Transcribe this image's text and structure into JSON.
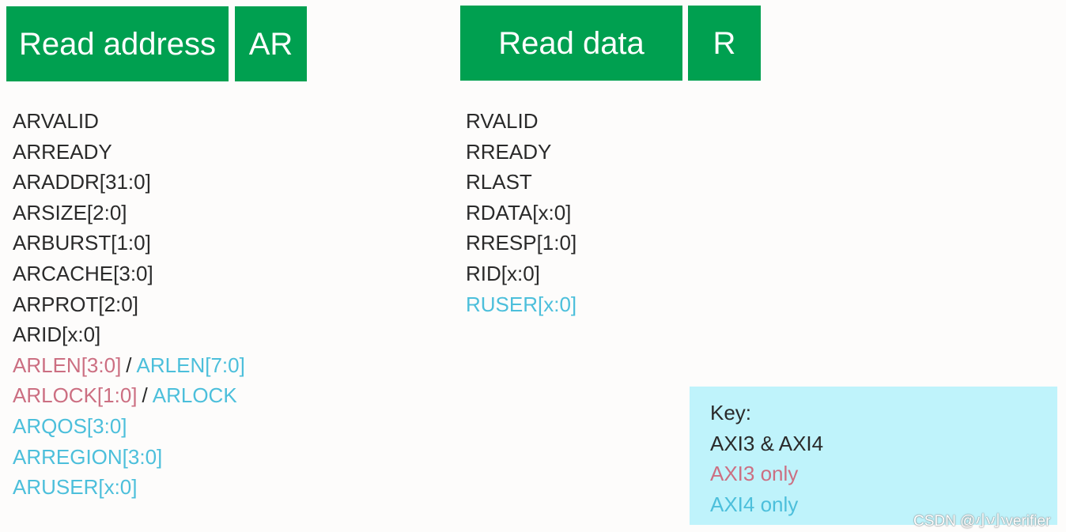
{
  "channels": {
    "read_address": {
      "title": "Read address",
      "short": "AR"
    },
    "read_data": {
      "title": "Read data",
      "short": "R"
    }
  },
  "ar_signals": [
    {
      "text": "ARVALID",
      "kind": "both"
    },
    {
      "text": "ARREADY",
      "kind": "both"
    },
    {
      "text": "ARADDR[31:0]",
      "kind": "both"
    },
    {
      "text": "ARSIZE[2:0]",
      "kind": "both"
    },
    {
      "text": "ARBURST[1:0]",
      "kind": "both"
    },
    {
      "text": "ARCACHE[3:0]",
      "kind": "both"
    },
    {
      "text": "ARPROT[2:0]",
      "kind": "both"
    },
    {
      "text": "ARID[x:0]",
      "kind": "both"
    },
    {
      "axi3": "ARLEN[3:0]",
      "sep": "/",
      "axi4": "ARLEN[7:0]",
      "kind": "split"
    },
    {
      "axi3": "ARLOCK[1:0]",
      "sep": "/",
      "axi4": "ARLOCK",
      "kind": "split"
    },
    {
      "text": "ARQOS[3:0]",
      "kind": "axi4"
    },
    {
      "text": "ARREGION[3:0]",
      "kind": "axi4"
    },
    {
      "text": "ARUSER[x:0]",
      "kind": "axi4"
    }
  ],
  "r_signals": [
    {
      "text": "RVALID",
      "kind": "both"
    },
    {
      "text": "RREADY",
      "kind": "both"
    },
    {
      "text": "RLAST",
      "kind": "both"
    },
    {
      "text": "RDATA[x:0]",
      "kind": "both"
    },
    {
      "text": "RRESP[1:0]",
      "kind": "both"
    },
    {
      "text": "RID[x:0]",
      "kind": "both"
    },
    {
      "text": "RUSER[x:0]",
      "kind": "axi4"
    }
  ],
  "key": {
    "title": "Key:",
    "both": "AXI3 & AXI4",
    "axi3": "AXI3 only",
    "axi4": "AXI4 only"
  },
  "colors": {
    "header_green": "#00a050",
    "axi3_only": "#cc6f82",
    "axi4_only": "#4cbfdb",
    "both": "#2a2a2a",
    "key_background": "#bff3fb"
  },
  "watermark": "CSDN @小小verifier"
}
